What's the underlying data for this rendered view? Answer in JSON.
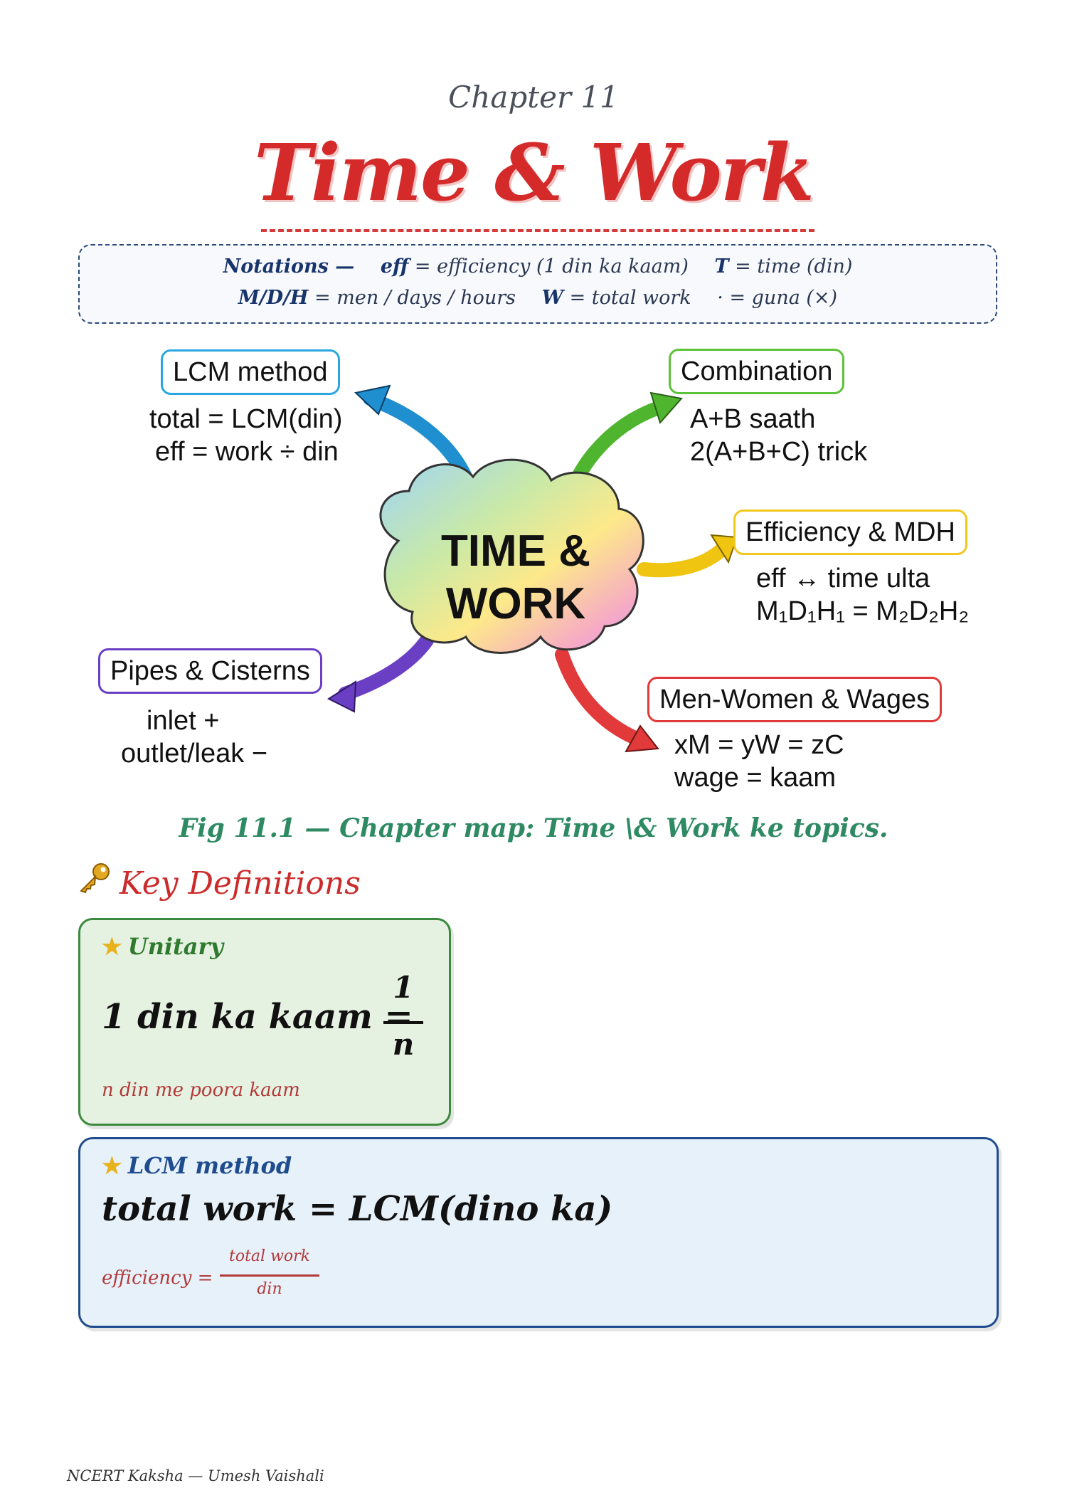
{
  "header": {
    "chapter": "Chapter 11",
    "title": "Time & Work"
  },
  "notations": {
    "label": "Notations —",
    "eff_key": "eff",
    "eff_val": "= efficiency (1 din ka kaam)",
    "t_key": "T",
    "t_val": "= time (din)",
    "mdh_key": "M/D/H",
    "mdh_val": "= men / days / hours",
    "w_key": "W",
    "w_val": "= total work",
    "dot_val": "· = guna (×)"
  },
  "mindmap": {
    "center_line1": "TIME &",
    "center_line2": "WORK",
    "lcm": {
      "title": "LCM method",
      "line1": "total = LCM(din)",
      "line2": "eff = work ÷ din"
    },
    "combination": {
      "title": "Combination",
      "line1": "A+B  saath",
      "line2": "2(A+B+C)  trick"
    },
    "efficiency": {
      "title": "Efficiency & MDH",
      "line1": "eff ↔ time ulta",
      "line2": "M₁D₁H₁ = M₂D₂H₂"
    },
    "pipes": {
      "title": "Pipes & Cisterns",
      "line1": "inlet +",
      "line2": "outlet/leak −"
    },
    "men": {
      "title": "Men-Women & Wages",
      "line1": "xM = yW = zC",
      "line2": "wage = kaam"
    },
    "colors": {
      "lcm": "#2aa7df",
      "combination": "#5cc23a",
      "efficiency": "#f2c81c",
      "pipes": "#6b3fc4",
      "men": "#e23a3a"
    }
  },
  "figure_caption": "Fig 11.1 — Chapter map: Time \\& Work ke topics.",
  "key_definitions": {
    "heading": "Key Definitions",
    "icon": "key-icon",
    "cards": [
      {
        "title": "Unitary",
        "formula_lhs": "1 din ka kaam =",
        "numerator": "1",
        "denominator": "n",
        "note": "n din me poora kaam"
      },
      {
        "title": "LCM method",
        "formula": "total work = LCM(dino ka)",
        "note_lhs": "efficiency =",
        "note_num": "total work",
        "note_den": "din"
      }
    ]
  },
  "footer": "NCERT Kaksha — Umesh Vaishali"
}
